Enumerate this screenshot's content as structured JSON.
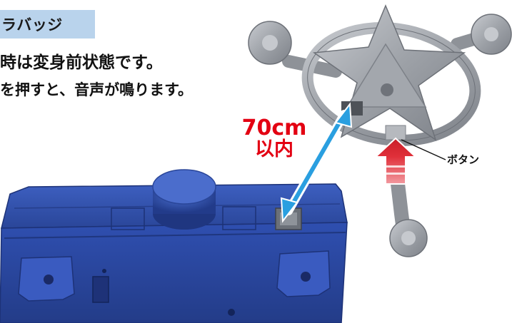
{
  "header": {
    "tag": "ラバッジ"
  },
  "description": {
    "line1": "時は変身前状態です。",
    "line2": "を押すと、音声が鳴ります。"
  },
  "distance": {
    "value": "70cm",
    "suffix": "以内"
  },
  "button_label": "ボタン",
  "colors": {
    "tag_bg": "#b9d3ec",
    "distance_text": "#e30012",
    "arrow_blue": "#2a9fe0",
    "device_blue": "#2f4fa8",
    "badge_silver": "#a8abb0",
    "press_arrow_red": "#e0303a"
  },
  "icons": [
    "double-arrow-icon",
    "up-arrow-icon"
  ]
}
